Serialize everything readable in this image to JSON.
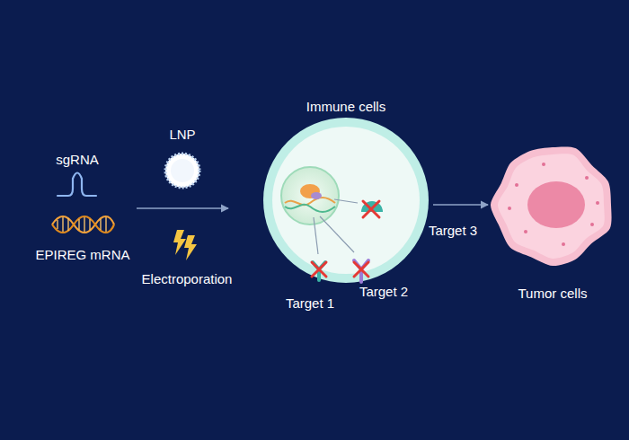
{
  "diagram": {
    "nodes": [
      {
        "text": [
          "Immune cells"
        ]
      },
      {
        "text": [
          "Tumor cells"
        ]
      }
    ],
    "edges": [
      {
        "from": 0,
        "to": 1,
        "arrow": "to"
      }
    ],
    "labels": [
      "sgRNA",
      "EPIREG mRNA",
      "LNP",
      "Electroporation",
      "Target 1",
      "Target 2",
      "Target 3"
    ]
  }
}
